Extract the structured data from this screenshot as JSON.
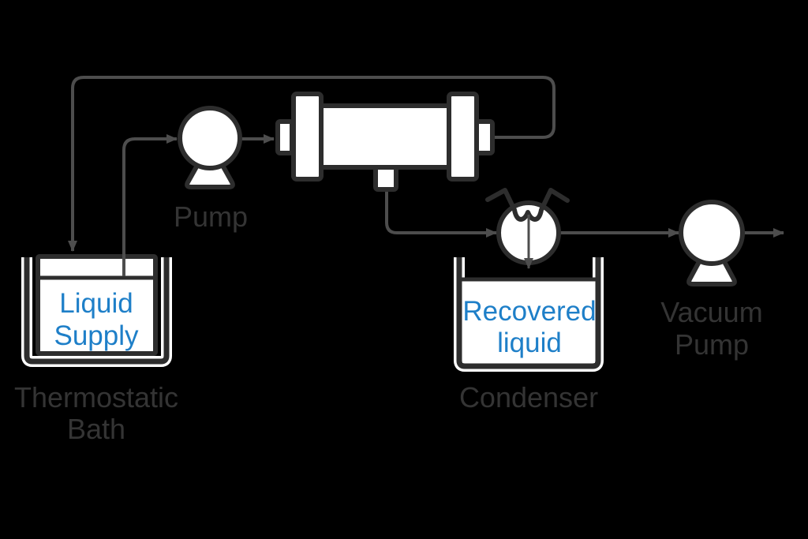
{
  "diagram": {
    "type": "process-flow-diagram",
    "background": "#000000"
  },
  "colors": {
    "pipe": "#4d4d4d",
    "component_stroke": "#2d2d2d",
    "component_fill": "#ffffff",
    "label_text": "#343434",
    "liquid_text": "#1e7fc8",
    "background": "#000000"
  },
  "labels": {
    "pump": {
      "label": "Pump"
    },
    "thermostatic_bath": {
      "line1": "Thermostatic",
      "line2": "Bath"
    },
    "liquid_supply": {
      "line1": "Liquid",
      "line2": "Supply"
    },
    "condenser": {
      "label": "Condenser"
    },
    "recovered_liquid": {
      "line1": "Recovered",
      "line2": "liquid"
    },
    "vacuum_pump": {
      "line1": "Vacuum",
      "line2": "Pump"
    }
  },
  "icons": {
    "pump_symbol": "circle-with-trapezoid-base",
    "vacuum_pump_symbol": "circle-with-trapezoid-base",
    "condenser_symbol": "circle-with-wavy-coil",
    "membrane_module_symbol": "shell-and-tube-module",
    "bath_vessel_symbol": "open-top-vessel",
    "condenser_vessel_symbol": "open-top-vessel",
    "flow_arrow": "gray-arrowhead"
  }
}
